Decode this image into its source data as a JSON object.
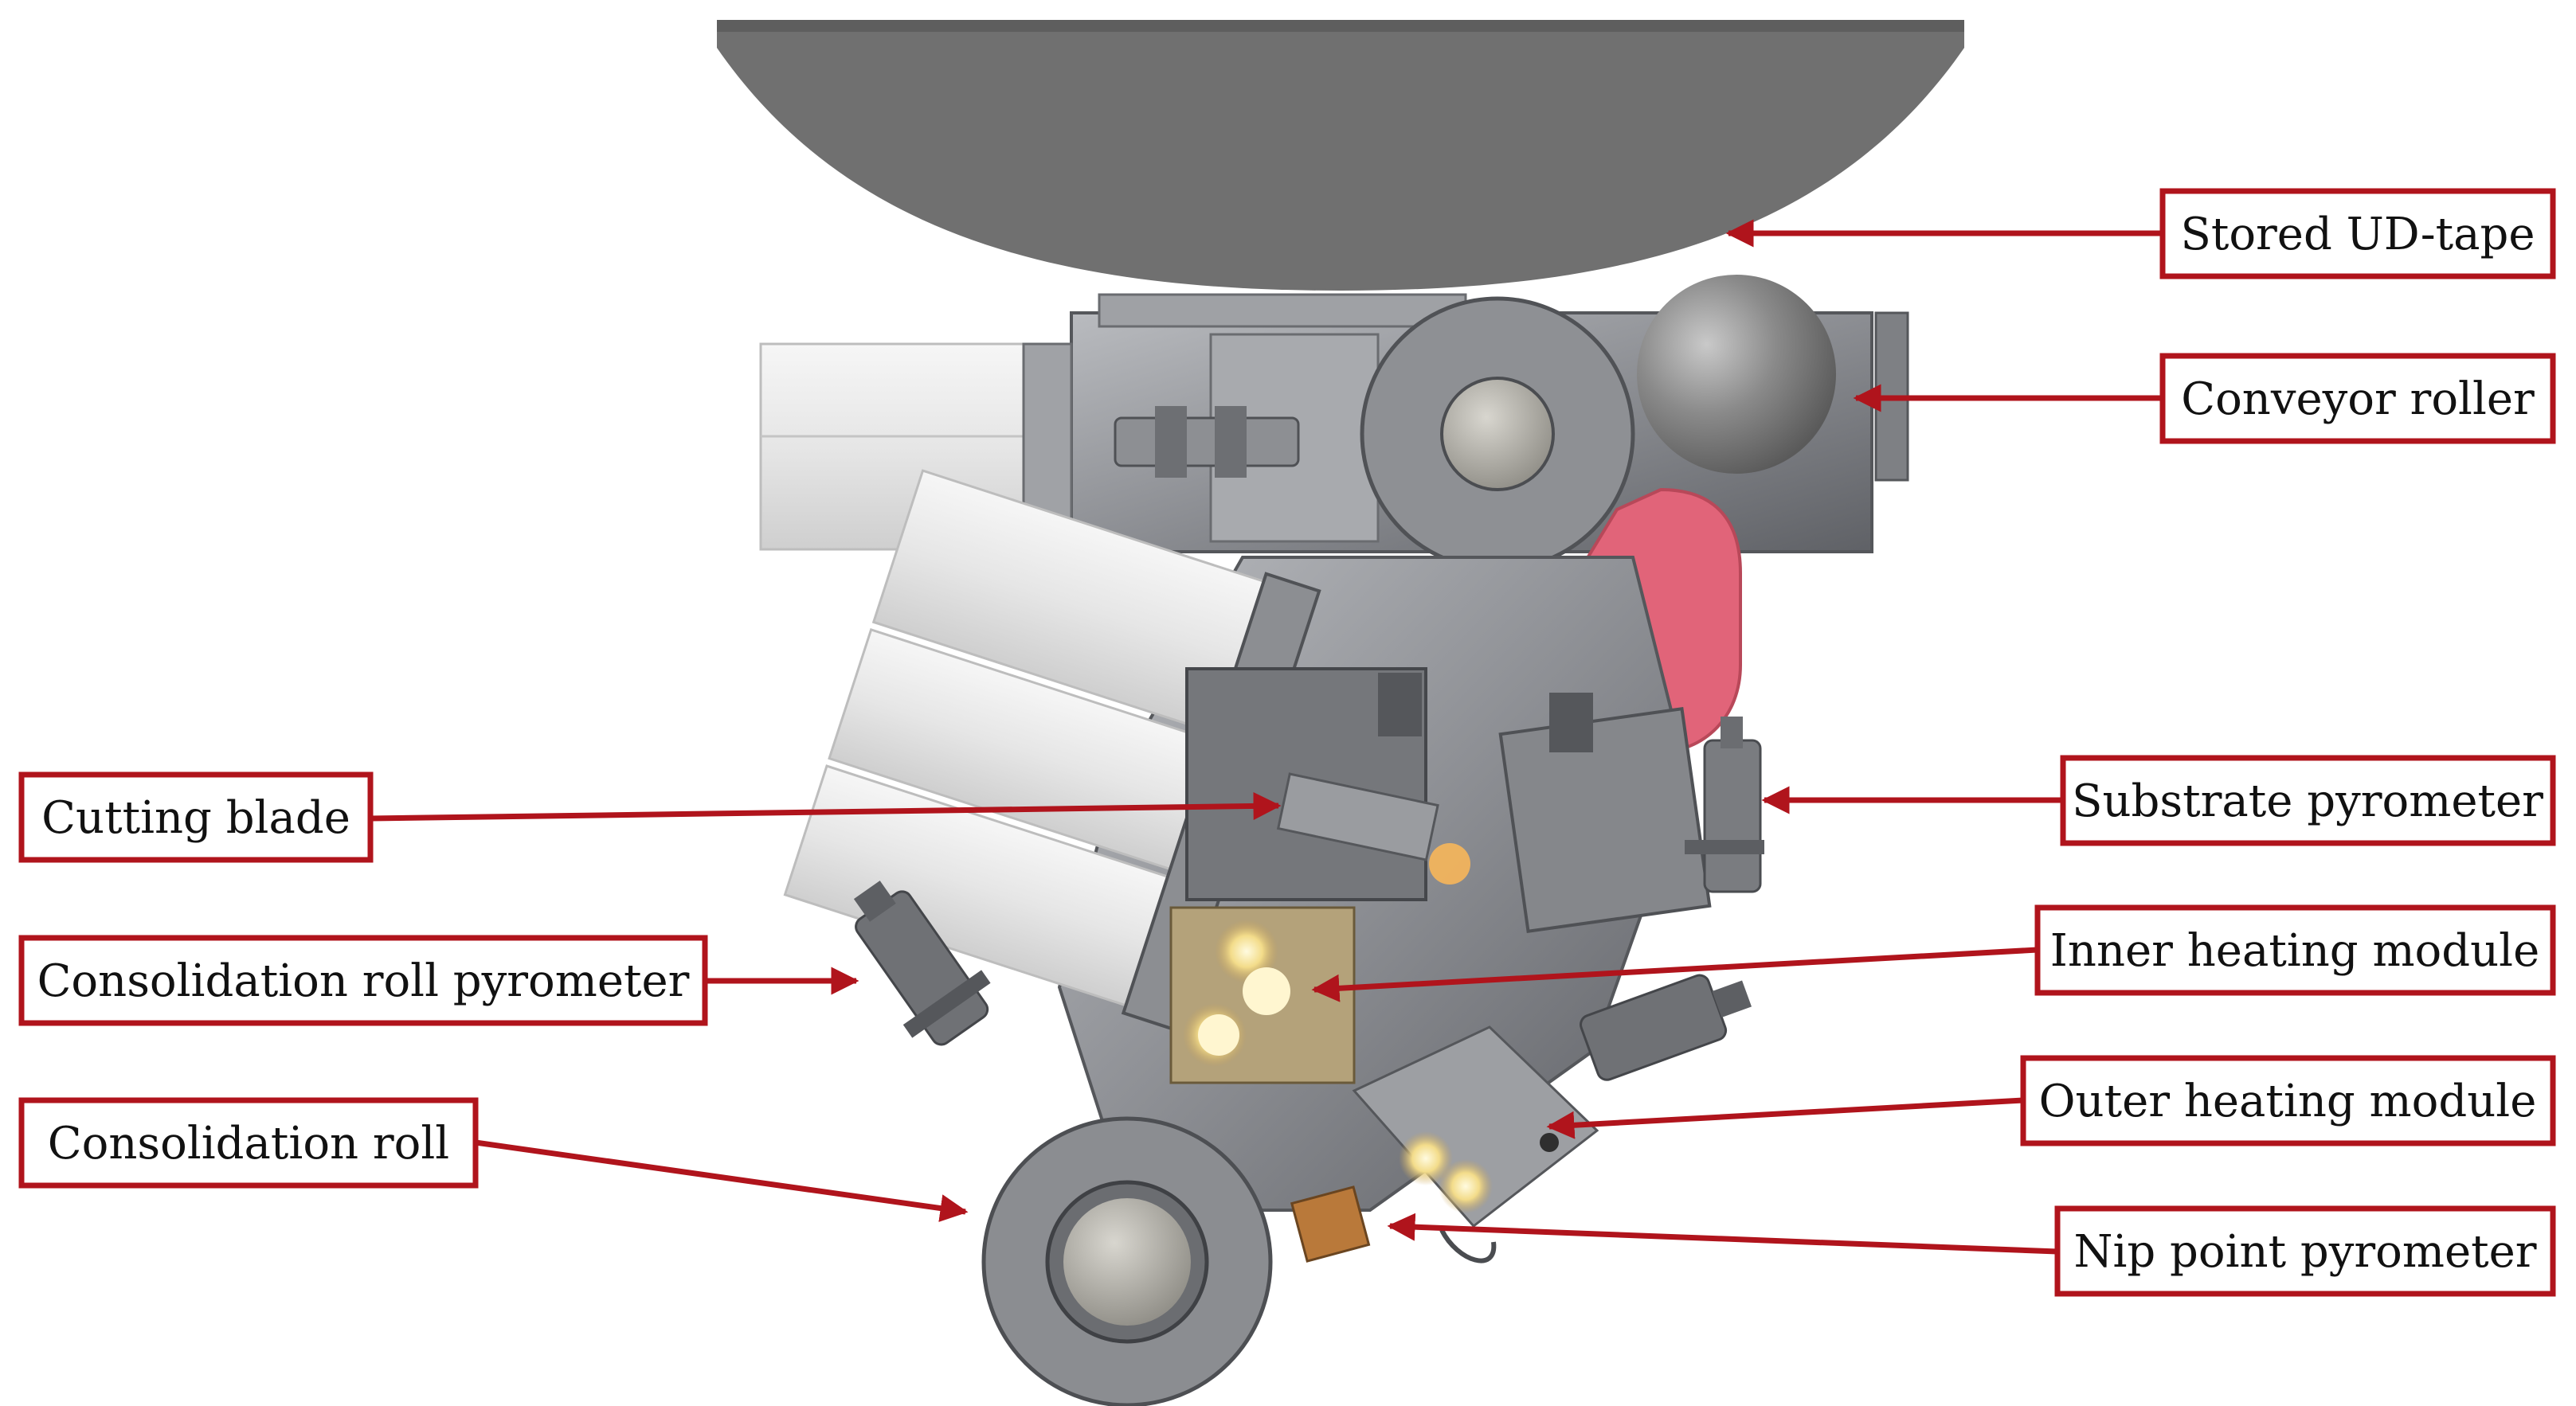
{
  "colors": {
    "accent": "#b0141c",
    "tape": "#6e6e6e",
    "metal": "#8a8c90",
    "pink_cover": "#e06478",
    "cylinder": "#e8e8e8",
    "lamp_glow": "#fff2b0"
  },
  "labels": {
    "stored_ud_tape": "Stored UD-tape",
    "conveyor_roller": "Conveyor roller",
    "cutting_blade": "Cutting blade",
    "substrate_pyrometer": "Substrate pyrometer",
    "consolidation_roll_pyrometer": "Consolidation roll pyrometer",
    "inner_heating_module": "Inner heating module",
    "consolidation_roll": "Consolidation roll",
    "outer_heating_module": "Outer heating module",
    "nip_point_pyrometer": "Nip point pyrometer"
  }
}
